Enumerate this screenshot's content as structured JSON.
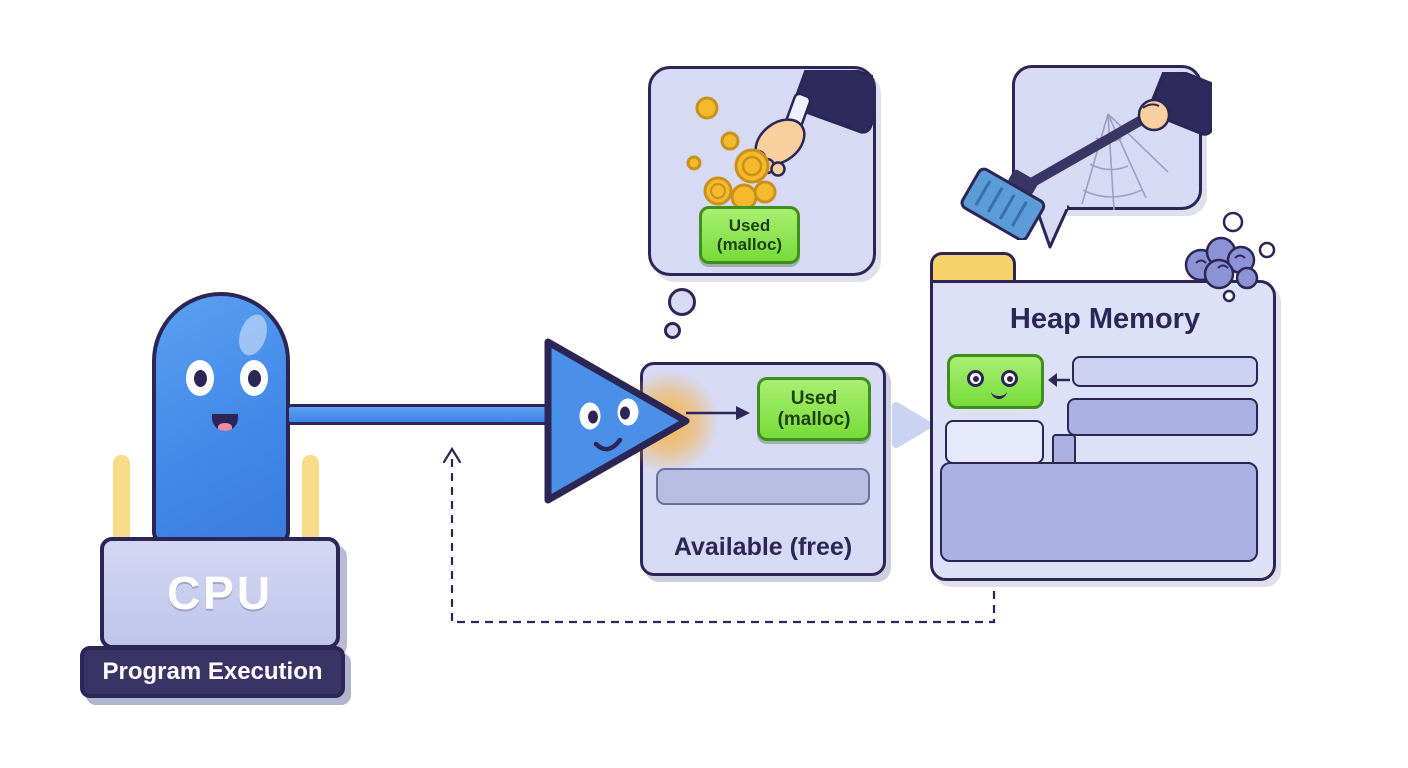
{
  "cpu_unit": {
    "label": "CPU",
    "caption": "Program Execution"
  },
  "allocation_thought": {
    "icon": "hand-dropping-coins-icon",
    "badge": {
      "line1": "Used",
      "line2": "(malloc)"
    }
  },
  "memory_panel": {
    "badge": {
      "line1": "Used",
      "line2": "(malloc)"
    },
    "label": "Available (free)"
  },
  "heap_panel": {
    "title": "Heap Memory",
    "cleanup_icon": "broom-sweeping-cobweb-icon",
    "foam_icon": "scrub-foam-bubbles-icon"
  },
  "colors": {
    "character_blue": "#4a90e8",
    "panel_lavender": "#d6daf4",
    "outline_navy": "#2b2656",
    "block_green": "#84e14e",
    "green_border": "#3f8f1f",
    "folder_tab_yellow": "#f6d26a",
    "block_purple": "#a9b0e2",
    "light_block": "#cdd2f3",
    "coin_gold": "#f4b92c",
    "glow_orange": "#fab03b",
    "caption_bg_navy": "#3a3366",
    "pin_yellow": "#f7dc8a",
    "broom_blue": "#5b9bd8"
  }
}
